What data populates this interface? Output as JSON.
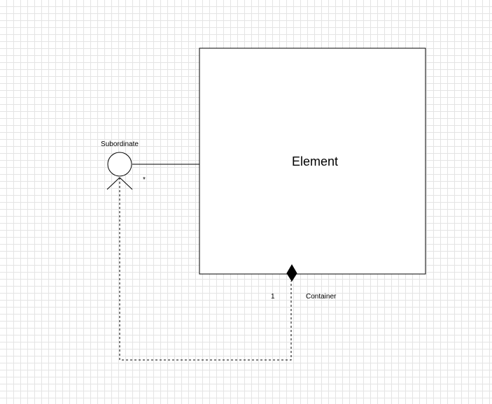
{
  "diagram": {
    "element": {
      "label": "Element"
    },
    "subordinate": {
      "label": "Subordinate",
      "multiplicity": "*"
    },
    "container": {
      "label": "Container",
      "multiplicity": "1"
    }
  },
  "colors": {
    "line": "#000000",
    "grid": "#e4e4e4",
    "background": "#ffffff"
  }
}
